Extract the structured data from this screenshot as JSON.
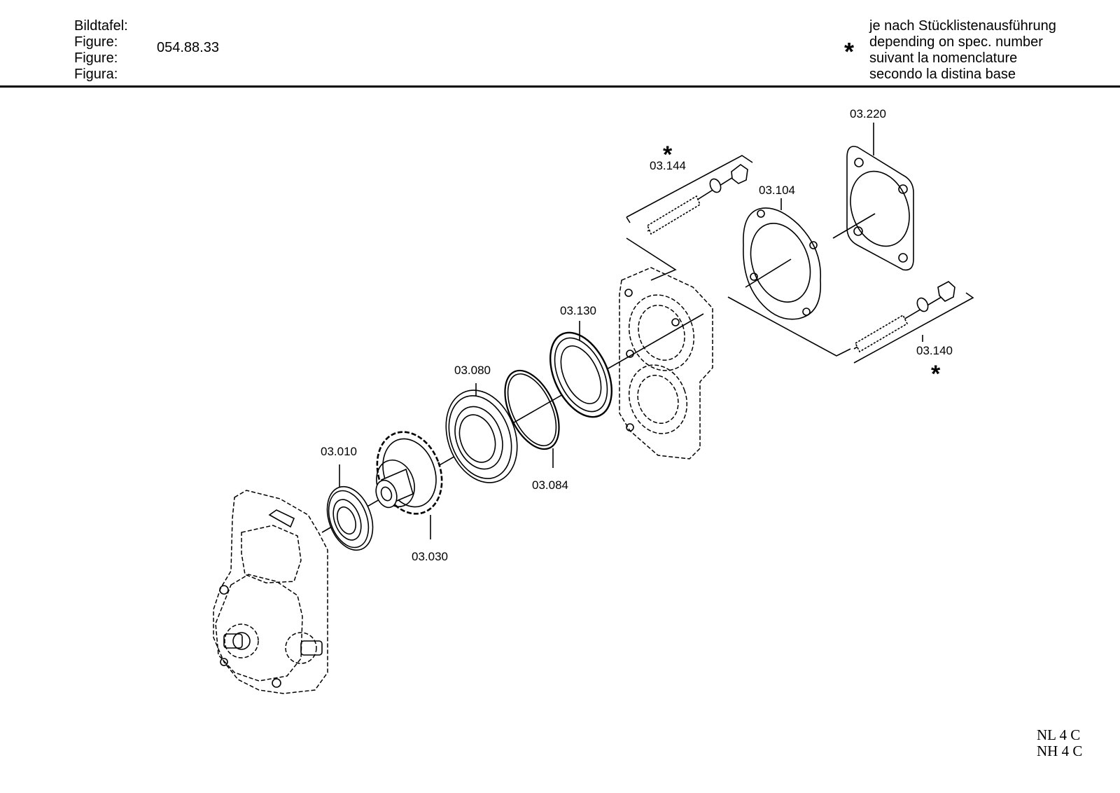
{
  "header": {
    "label_lines": [
      "Bildtafel:",
      "Figure:",
      "Figure:",
      "Figura:"
    ],
    "figure_number": "054.88.33",
    "note_symbol": "*",
    "note_lines": [
      "je nach Stücklistenausführung",
      "depending on spec. number",
      "suivant la nomenclature",
      "secondo la distina base"
    ]
  },
  "parts": {
    "p03010": "03.010",
    "p03030": "03.030",
    "p03080": "03.080",
    "p03084": "03.084",
    "p03130": "03.130",
    "p03104": "03.104",
    "p03220": "03.220",
    "p03144": "03.144",
    "p03140": "03.140",
    "star": "*"
  },
  "models": [
    "NL 4 C",
    "NH 4 C"
  ]
}
